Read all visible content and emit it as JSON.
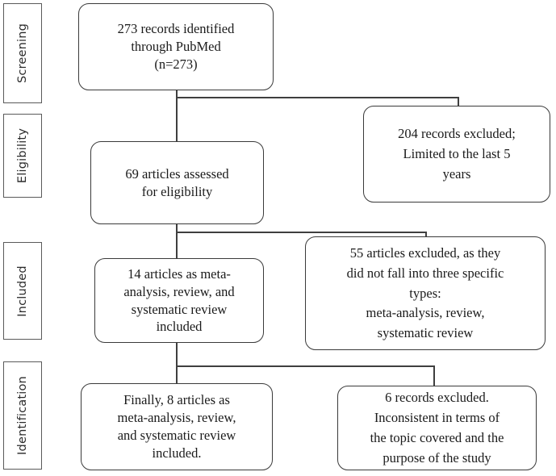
{
  "diagram": {
    "title": "PRISMA flow diagram",
    "type": "flowchart"
  },
  "stages": [
    {
      "name": "screening",
      "label": "Screening"
    },
    {
      "name": "eligibility",
      "label": "Eligibility"
    },
    {
      "name": "included",
      "label": "Included"
    },
    {
      "name": "identification",
      "label": "Identification"
    }
  ],
  "boxes": {
    "identified": {
      "lines": [
        "273 records identified",
        "through  PubMed",
        "(n=273)"
      ]
    },
    "excluded_limited": {
      "lines": [
        "204 records excluded;",
        "Limited  to the last 5",
        "years"
      ]
    },
    "assessed": {
      "lines": [
        "69 articles  assessed",
        "for  eligibility"
      ]
    },
    "excluded_types": {
      "lines": [
        "55 articles  excluded,  as they",
        "did not fall  into  three specific",
        "types:",
        "meta-analysis,  review,",
        "systematic  review"
      ]
    },
    "included_14": {
      "lines": [
        "14 articles  as meta-",
        "analysis,  review,  and",
        "systematic  review",
        "included"
      ]
    },
    "excluded_inconsistent": {
      "lines": [
        "6 records excluded.",
        "Inconsistent  in terms of",
        "the topic covered and the",
        "purpose  of the study"
      ]
    },
    "final_8": {
      "lines": [
        "Finally,  8 articles  as",
        "meta-analysis,  review,",
        "and systematic  review",
        "included."
      ]
    }
  },
  "flow_data": {
    "records_identified": 273,
    "records_excluded_limited_5_years": 204,
    "articles_assessed_for_eligibility": 69,
    "articles_excluded_wrong_type": 55,
    "articles_included_three_types": 14,
    "records_excluded_inconsistent": 6,
    "final_articles_included": 8,
    "source_database": "PubMed",
    "included_types": [
      "meta-analysis",
      "review",
      "systematic review"
    ]
  },
  "colors": {
    "box_border": "#3a3a3a",
    "stage_border": "#5a5a5a",
    "connector": "#3f3f3f",
    "text": "#1a1a1a",
    "background": "#ffffff"
  }
}
